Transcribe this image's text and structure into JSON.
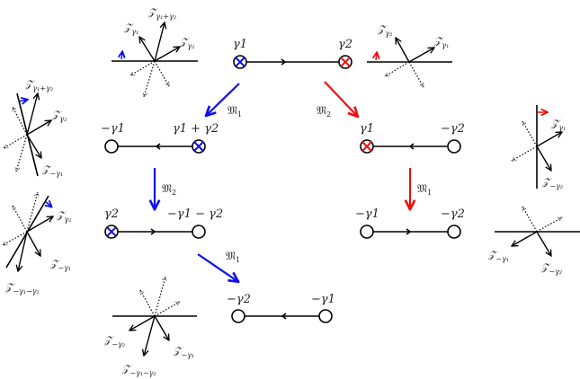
{
  "colors": {
    "blue": "#1010ee",
    "red": "#ee1010",
    "black": "#000000"
  },
  "quivers": [
    {
      "id": "top",
      "left": "γ1",
      "right": "γ2",
      "left_marked": "blue",
      "right_marked": "red",
      "arrow": "right"
    },
    {
      "id": "blue-1",
      "left": "−γ1",
      "right": "γ1 + γ2",
      "left_marked": null,
      "right_marked": "blue",
      "arrow": "left"
    },
    {
      "id": "blue-2",
      "left": "γ2",
      "right": "−γ1 − γ2",
      "left_marked": "blue",
      "right_marked": null,
      "arrow": "right"
    },
    {
      "id": "blue-3",
      "left": "−γ2",
      "right": "−γ1",
      "left_marked": null,
      "right_marked": null,
      "arrow": "left"
    },
    {
      "id": "red-1",
      "left": "γ1",
      "right": "−γ2",
      "left_marked": "red",
      "right_marked": null,
      "arrow": "left"
    },
    {
      "id": "red-2",
      "left": "−γ1",
      "right": "−γ2",
      "left_marked": null,
      "right_marked": null,
      "arrow": "right"
    }
  ],
  "mutations": [
    {
      "label": "𝔐",
      "sub": "1",
      "color": "blue",
      "from": "top",
      "to": "blue-1"
    },
    {
      "label": "𝔐",
      "sub": "2",
      "color": "red",
      "from": "top",
      "to": "red-1"
    },
    {
      "label": "𝔐",
      "sub": "2",
      "color": "blue",
      "from": "blue-1",
      "to": "blue-2"
    },
    {
      "label": "𝔐",
      "sub": "1",
      "color": "blue",
      "from": "blue-2",
      "to": "blue-3"
    },
    {
      "label": "𝔐",
      "sub": "1",
      "color": "red",
      "from": "red-1",
      "to": "red-2"
    }
  ],
  "central_charges": {
    "top_left": [
      "Z_{γ1+γ2}",
      "Z_{γ1}",
      "Z_{γ2}"
    ],
    "top_right": [
      "Z_{γ2}",
      "Z_{γ1}"
    ],
    "left_1": [
      "Z_{γ1+γ2}",
      "Z_{γ2}",
      "Z_{−γ1}"
    ],
    "left_2": [
      "Z_{γ2}",
      "Z_{−γ1}",
      "Z_{−γ1−γ2}"
    ],
    "bottom": [
      "Z_{−γ2}",
      "Z_{−γ1}",
      "Z_{−γ1−γ2}"
    ],
    "right_1": [
      "Z_{γ1}",
      "Z_{−γ2}"
    ],
    "right_2": [
      "Z_{−γ1}",
      "Z_{−γ2}"
    ]
  },
  "labels": {
    "top_l": "γ1",
    "top_r": "γ2",
    "b1_l": "−γ1",
    "b1_r": "γ1 + γ2",
    "b2_l": "γ2",
    "b2_r": "−γ1 − γ2",
    "b3_l": "−γ2",
    "b3_r": "−γ1",
    "r1_l": "γ1",
    "r1_r": "−γ2",
    "r2_l": "−γ1",
    "r2_r": "−γ2",
    "m1": "𝔐",
    "m2": "𝔐",
    "s1": "1",
    "s2": "2",
    "Z": "𝒵"
  }
}
